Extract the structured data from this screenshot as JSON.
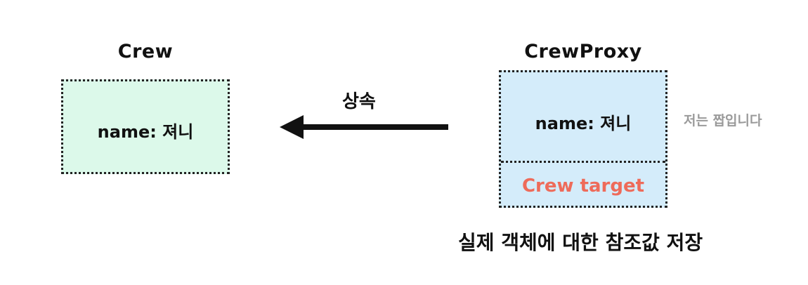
{
  "crew": {
    "title": "Crew",
    "field": "name: 져니"
  },
  "inheritance_label": "상속",
  "proxy": {
    "title": "CrewProxy",
    "field": "name: 져니",
    "target": "Crew target"
  },
  "side_note": "저는 짭입니다",
  "footer_note": "실제 객체에 대한 참조값 저장",
  "colors": {
    "crew_fill": "#dcf9ea",
    "proxy_fill": "#d4ecfa",
    "target_text": "#ee6b5a",
    "side_note_text": "#9a9a9a"
  }
}
